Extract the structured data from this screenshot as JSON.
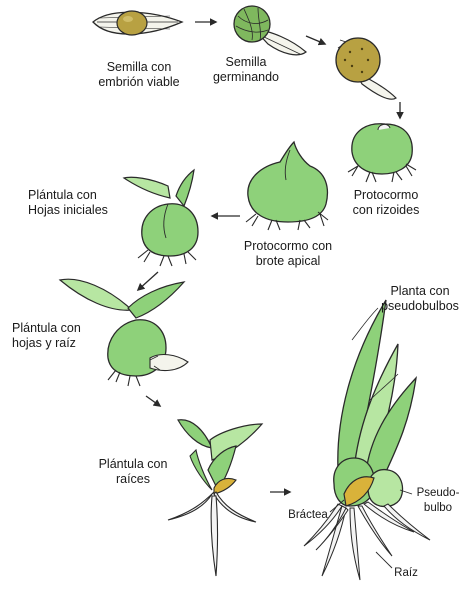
{
  "palette": {
    "leaf": "#8ed17a",
    "leaf_light": "#b7e6a2",
    "leaf_dark": "#5ea84c",
    "outline": "#2a2a2a",
    "seed_fill": "#b8a142",
    "seed_dark": "#7d6a22",
    "bract": "#d9b23a",
    "root": "#f4f4f4"
  },
  "stages": [
    {
      "id": "seed",
      "line1": "Semilla con",
      "line2": "embrión viable"
    },
    {
      "id": "germinating",
      "line1": "Semilla",
      "line2": "germinando"
    },
    {
      "id": "protocorm",
      "line1": "Protocormo",
      "line2": "con rizoides"
    },
    {
      "id": "protocorm-apical",
      "line1": "Protocormo con",
      "line2": "brote apical"
    },
    {
      "id": "plantlet-initial",
      "line1": "Plántula con",
      "line2": "Hojas iniciales"
    },
    {
      "id": "plantlet-leaves-root",
      "line1": "Plántula con",
      "line2": "hojas y raíz"
    },
    {
      "id": "plantlet-roots",
      "line1": "Plántula con",
      "line2": "raíces"
    },
    {
      "id": "plant-pseudobulbs",
      "line1": "Planta con",
      "line2": "pseudobulbos"
    }
  ],
  "parts": {
    "bract": "Bráctea",
    "pseudobulb_line1": "Pseudo-",
    "pseudobulb_line2": "bulbo",
    "root": "Raíz"
  },
  "icons": [
    "arrow-right-icon",
    "arrow-down-icon",
    "arrow-left-icon"
  ]
}
